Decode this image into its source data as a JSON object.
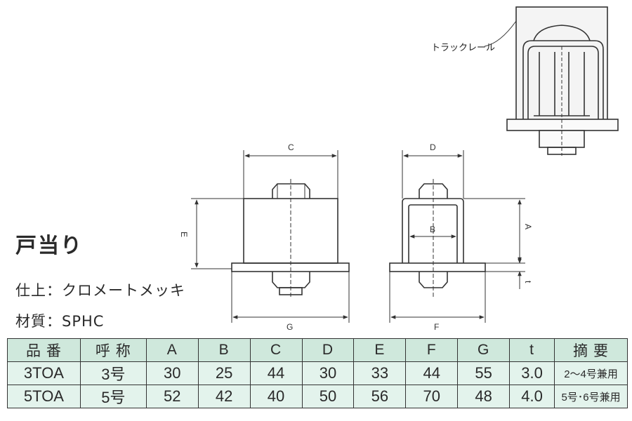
{
  "title": "戸当り",
  "specs": {
    "finish_label": "仕上：",
    "finish_value": "クロメートメッキ",
    "material_label": "材質：",
    "material_value": "SPHC"
  },
  "diagram": {
    "track_rail_label": "トラックレール",
    "dims": {
      "A": "A",
      "B": "B",
      "C": "C",
      "D": "D",
      "E": "E",
      "F": "F",
      "G": "G",
      "t": "t"
    }
  },
  "table": {
    "headers": [
      "品 番",
      "呼 称",
      "A",
      "B",
      "C",
      "D",
      "E",
      "F",
      "G",
      "t",
      "摘 要"
    ],
    "rows": [
      [
        "3TOA",
        "3号",
        "30",
        "25",
        "44",
        "30",
        "33",
        "44",
        "55",
        "3.0",
        "2～4号兼用"
      ],
      [
        "5TOA",
        "5号",
        "52",
        "42",
        "40",
        "50",
        "56",
        "70",
        "48",
        "4.0",
        "5号･6号兼用"
      ]
    ]
  }
}
